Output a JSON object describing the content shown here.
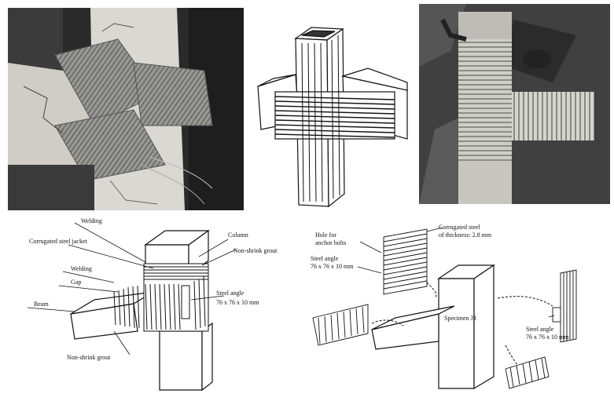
{
  "figure": {
    "photo_left": {
      "kind": "photograph",
      "subject": "cracked beam-column joint wrapped with corrugated steel"
    },
    "photo_right": {
      "kind": "photograph",
      "subject": "corrugated steel jacketed joint specimen"
    },
    "left_drawing": {
      "labels": {
        "welding_top": "Welding",
        "jacket": "Corrugated steel jacket",
        "welding_mid": "Welding",
        "gap": "Gap",
        "beam": "Beam",
        "column": "Column",
        "grout_top": "Non-shrink grout",
        "angle_1": "Steel angle",
        "angle_2": "76 x 76 x 10 mm",
        "grout_bottom": "Non-shrink grout"
      }
    },
    "right_drawing": {
      "labels": {
        "holes_1": "Hole for",
        "holes_2": "anchor bolts",
        "corr_1": "Corrugated steel",
        "corr_2": "of thickness: 2.8 mm",
        "angle_1": "Steel angle",
        "angle_2": "76 x 76 x 10 mm",
        "specimen": "Specimen J3",
        "angle_b1": "Steel angle",
        "angle_b2": "76 x 76 x 10 mm"
      }
    }
  }
}
